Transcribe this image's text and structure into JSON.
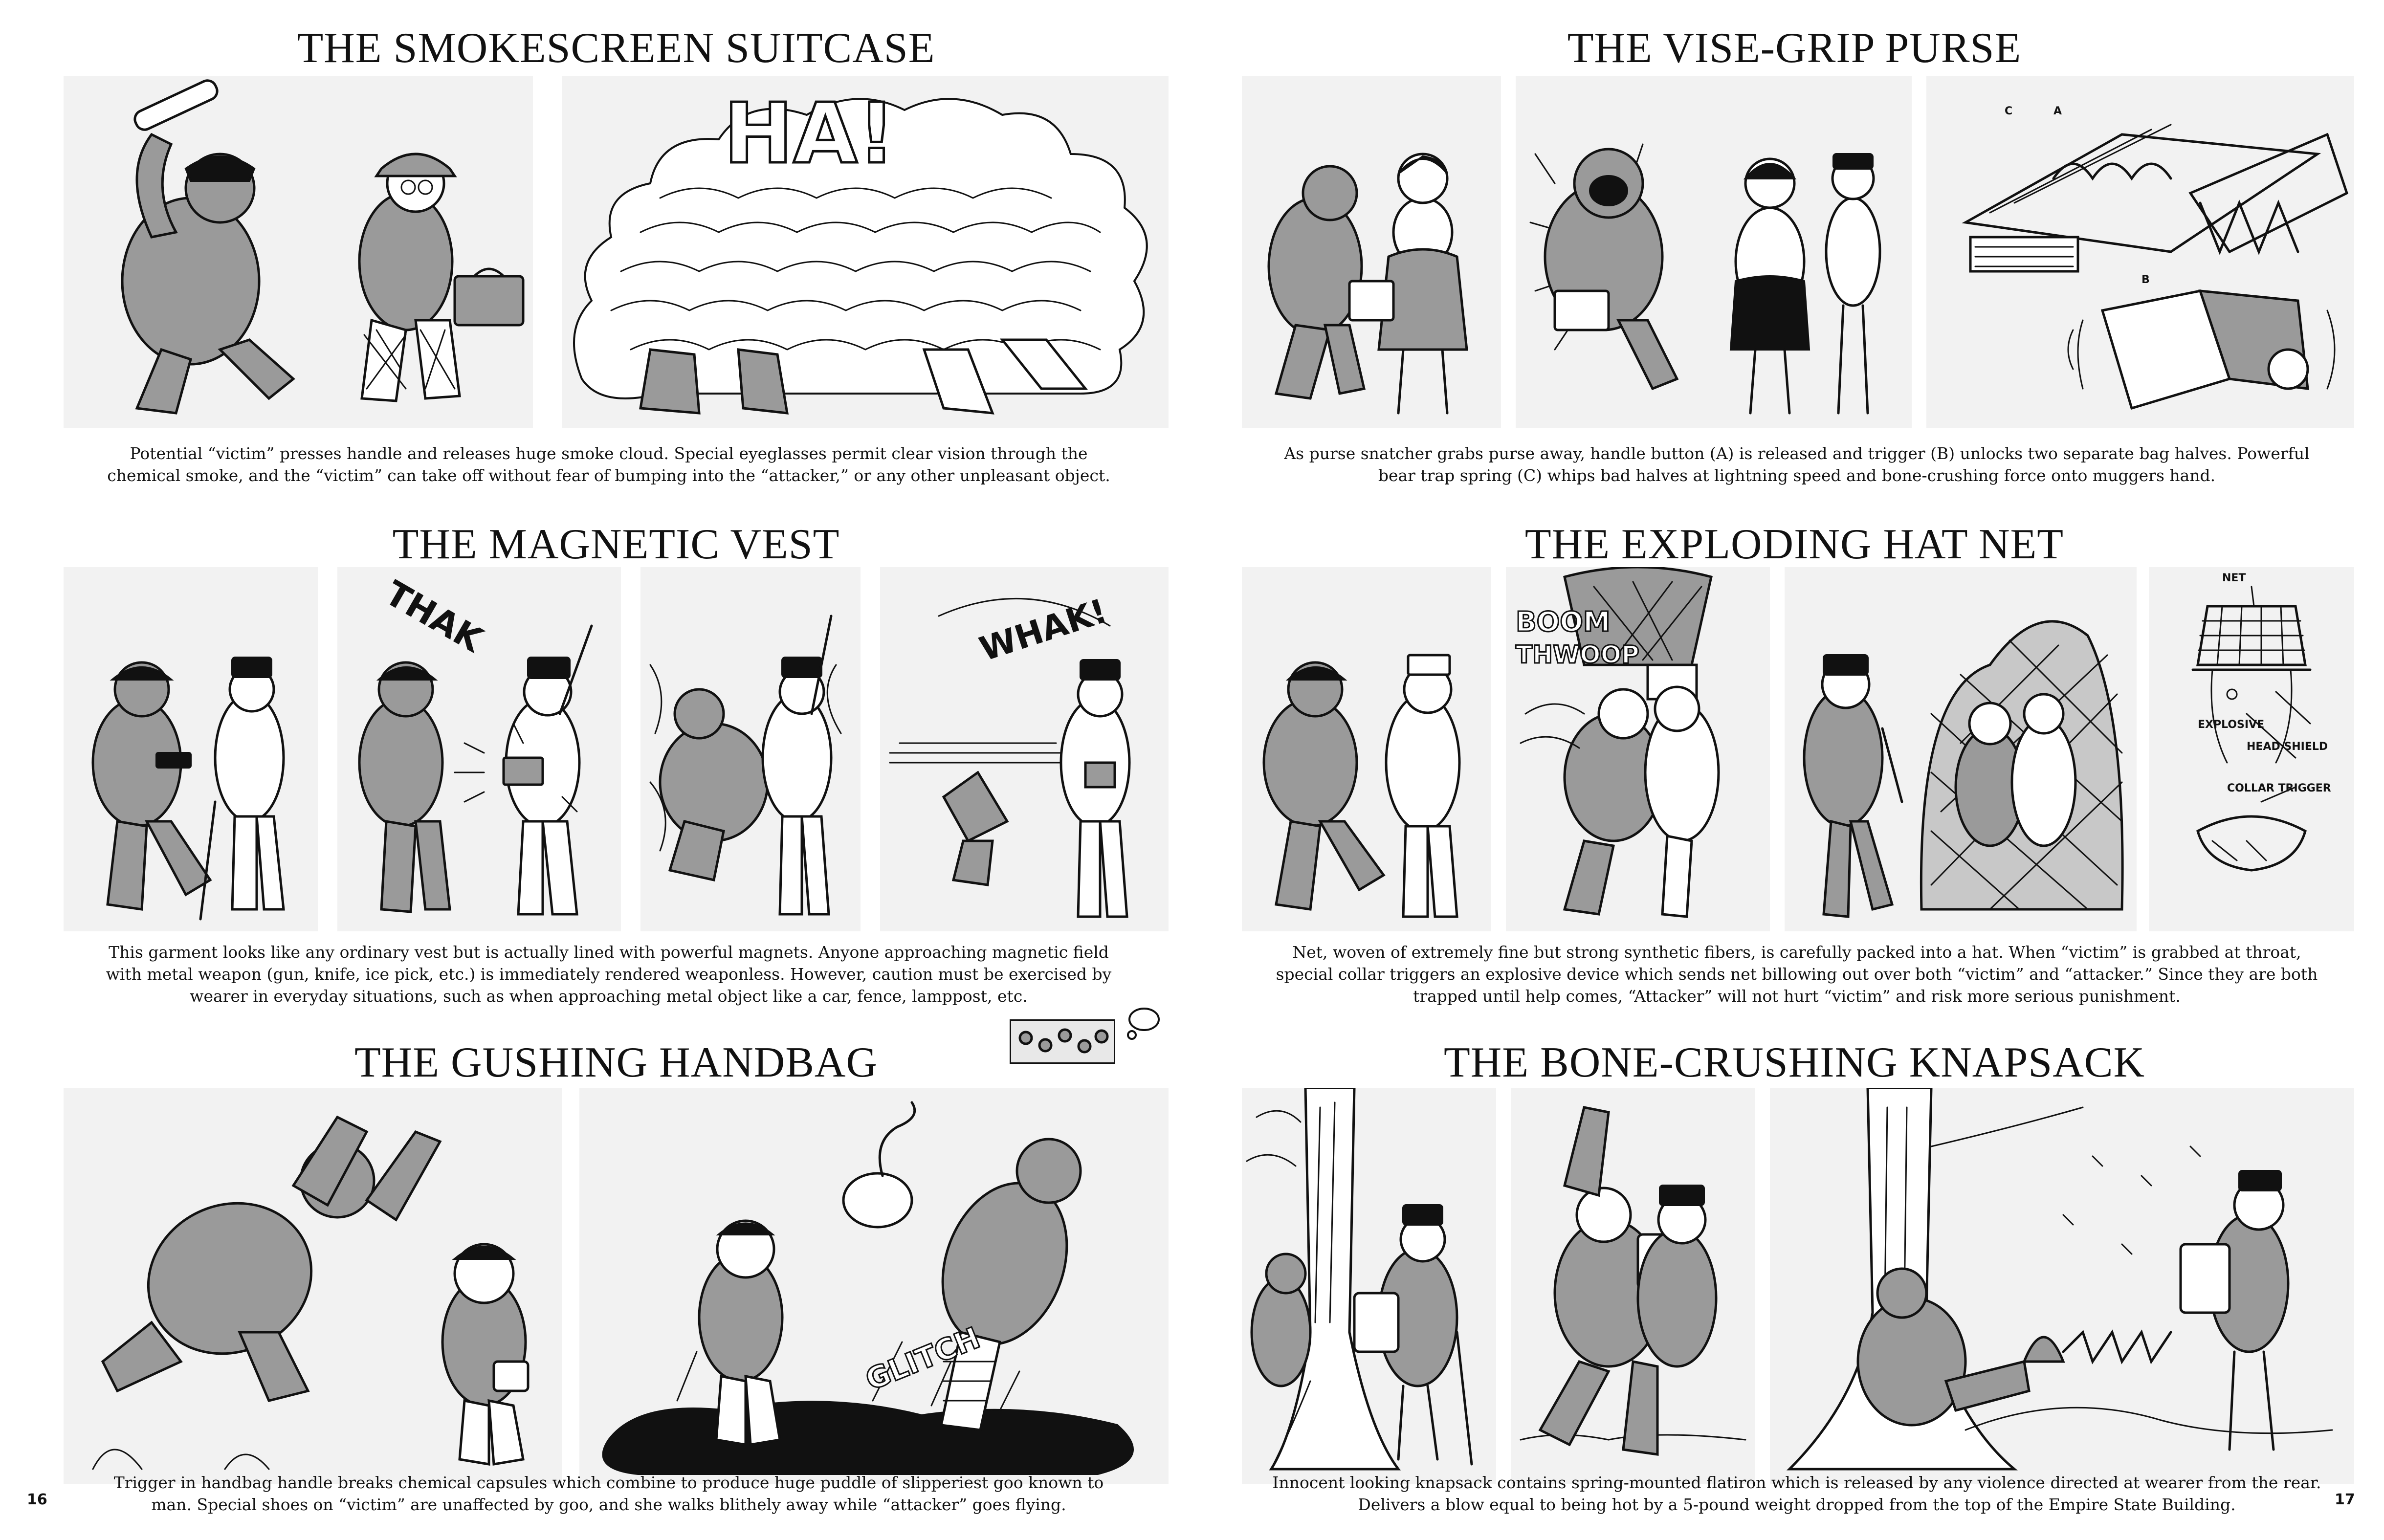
{
  "page_numbers": {
    "left": "16",
    "right": "17"
  },
  "sections": {
    "smokescreen": {
      "title": "THE SMOKESCREEN SUITCASE",
      "caption": "Potential “victim” presses handle and releases huge smoke cloud. Special eyeglasses permit clear vision through the chemical smoke, and the “victim” can take off without fear of bumping into the “attacker,” or any other unpleasant object.",
      "sfx": "HA!"
    },
    "vise_grip": {
      "title": "THE VISE-GRIP PURSE",
      "caption": "As purse snatcher grabs purse away, handle button (A) is released and trigger (B) unlocks two separate bag halves. Powerful bear trap spring (C) whips bad halves at lightning speed and bone-crushing force onto muggers hand.",
      "labels": {
        "a": "A",
        "b": "B",
        "c": "C"
      }
    },
    "magnetic": {
      "title": "THE MAGNETIC VEST",
      "caption": "This garment looks like any ordinary vest but is actually lined with powerful magnets. Anyone approaching magnetic field with metal weapon (gun, knife, ice pick, etc.) is immediately rendered weaponless. However, caution must be exercised by wearer in everyday situations, such as when approaching metal object like a car, fence, lamppost, etc.",
      "sfx_1": "THAK",
      "sfx_2": "WHAK!"
    },
    "hat_net": {
      "title": "THE EXPLODING HAT NET",
      "caption": "Net, woven of extremely fine but strong synthetic fibers, is carefully packed into a hat. When “victim” is grabbed at throat, special collar triggers an explosive device which sends net billowing out over both “victim” and “attacker.” Since they are both trapped until help comes, “Attacker” will not hurt “victim” and risk more serious punishment.",
      "sfx_1": "BOOM",
      "sfx_2": "THWOOP",
      "labels": {
        "net": "NET",
        "explosive": "EXPLOSIVE",
        "head_shield": "HEAD SHIELD",
        "collar_trigger": "COLLAR TRIGGER"
      }
    },
    "gushing": {
      "title": "THE GUSHING HANDBAG",
      "caption": "Trigger in handbag handle breaks chemical capsules which combine to produce huge puddle of slipperiest goo known to man. Special shoes on “victim” are unaffected by goo, and she walks blithely away while “attacker” goes flying.",
      "sfx": "GLITCH"
    },
    "knapsack": {
      "title": "THE BONE-CRUSHING KNAPSACK",
      "caption": "Innocent looking knapsack contains spring-mounted flatiron which is released by any violence directed at wearer from the rear. Delivers a blow equal to being hot by a 5-pound weight dropped from the top of the Empire State Building."
    }
  }
}
